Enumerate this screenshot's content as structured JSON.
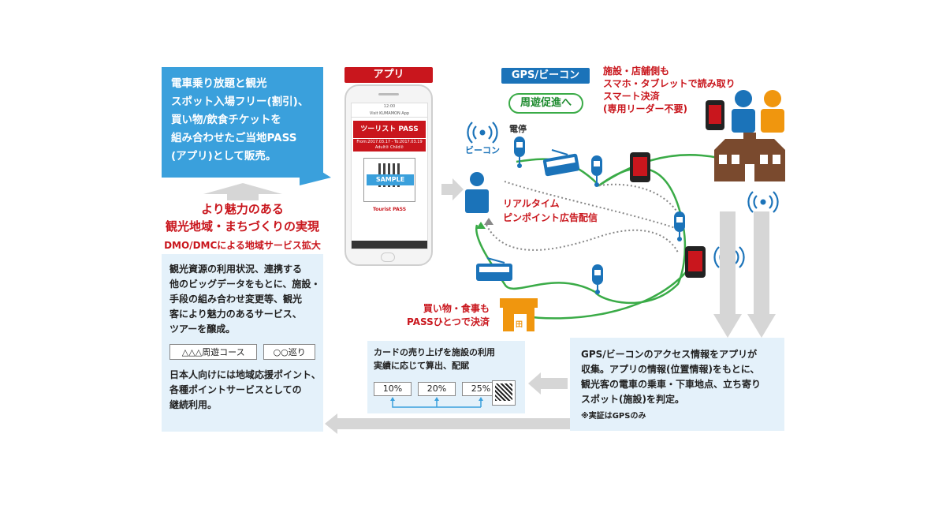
{
  "callout": {
    "lines": [
      "電車乗り放題と観光",
      "スポット入場フリー(割引)、",
      "買い物/飲食チケットを",
      "組み合わせたご当地PASS",
      "(アプリ)として販売。"
    ]
  },
  "left": {
    "title_line1": "より魅力のある",
    "title_line2": "観光地域・まちづくりの実現",
    "subtitle": "DMO/DMCによる地域サービス拡大",
    "body_lines": [
      "観光資源の利用状況、連携する",
      "他のビッグデータをもとに、施設・",
      "手段の組み合わせ変更等、観光",
      "客により魅力のあるサービス、",
      "ツアーを醸成。"
    ],
    "courses": [
      "△△△周遊コース",
      "○○巡り"
    ],
    "body2_lines": [
      "日本人向けには地域応援ポイント、",
      "各種ポイントサービスとしての",
      "継続利用。"
    ]
  },
  "phone": {
    "label": "アプリ",
    "status": "12:00",
    "app_name": "Visit KUMAMON App",
    "pass_title": "ツーリスト PASS",
    "dates": "From:2017.03.17 - To:2017.03.19",
    "people": "Adult② Child②",
    "sample": "SAMPLE",
    "tourist_pass": "Tourist PASS"
  },
  "diagram": {
    "gps_label": "GPS/ビーコン",
    "promo": "周遊促進へ",
    "beacon_label": "ビーコン",
    "tram_stop_label": "電停",
    "realtime_lines": [
      "リアルタイム",
      "ピンポイント広告配信"
    ],
    "shop_lines": [
      "施設・店舗側も",
      "スマホ・タブレットで読み取り",
      "スマート決済",
      "(専用リーダー不要)"
    ],
    "kaimono_lines": [
      "買い物・食事も",
      "PASSひとつで決済"
    ],
    "shop_sign": "田"
  },
  "card": {
    "lines": [
      "カードの売り上げを施設の利用",
      "実績に応じて算出、配賦"
    ],
    "percents": [
      "10%",
      "20%",
      "25%"
    ]
  },
  "right": {
    "lines": [
      "GPS/ビーコンのアクセス情報をアプリが",
      "収集。アプリの情報(位置情報)をもとに、",
      "観光客の電車の乗車・下車地点、立ち寄り",
      "スポット(施設)を判定。"
    ],
    "note": "※実証はGPSのみ"
  },
  "colors": {
    "blue": "#1b73b9",
    "light_blue": "#3aa0dc",
    "red": "#c9161d",
    "green": "#3aab47",
    "orange": "#f0960e",
    "brown": "#7a4a2e",
    "panel": "#e4f1fa"
  }
}
